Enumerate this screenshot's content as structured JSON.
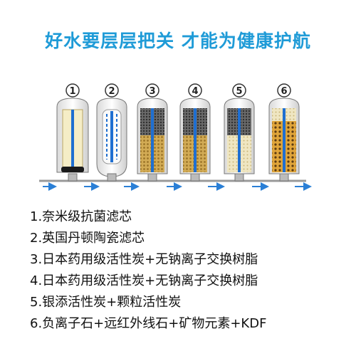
{
  "headline": "好水要层层把关 才能为健康护航",
  "stages": [
    {
      "number": "1"
    },
    {
      "number": "2"
    },
    {
      "number": "3"
    },
    {
      "number": "4"
    },
    {
      "number": "5"
    },
    {
      "number": "6"
    }
  ],
  "filters": [
    {
      "label": "1.奈米级抗菌滤芯"
    },
    {
      "label": "2.英国丹顿陶瓷滤芯"
    },
    {
      "label": "3.日本药用级活性炭+无钠离子交换树脂"
    },
    {
      "label": "4.日本药用级活性炭+无钠离子交换树脂"
    },
    {
      "label": "5.银添活性炭+颗粒活性炭"
    },
    {
      "label": "6.负离子石+远红外线石+矿物元素+KDF"
    }
  ],
  "colors": {
    "headline": "#1f9bd7",
    "flow_arrow": "#2a7fd6",
    "carbon": "#3a3a3a",
    "resin": "#c9a24a",
    "pipe": "#888888"
  }
}
